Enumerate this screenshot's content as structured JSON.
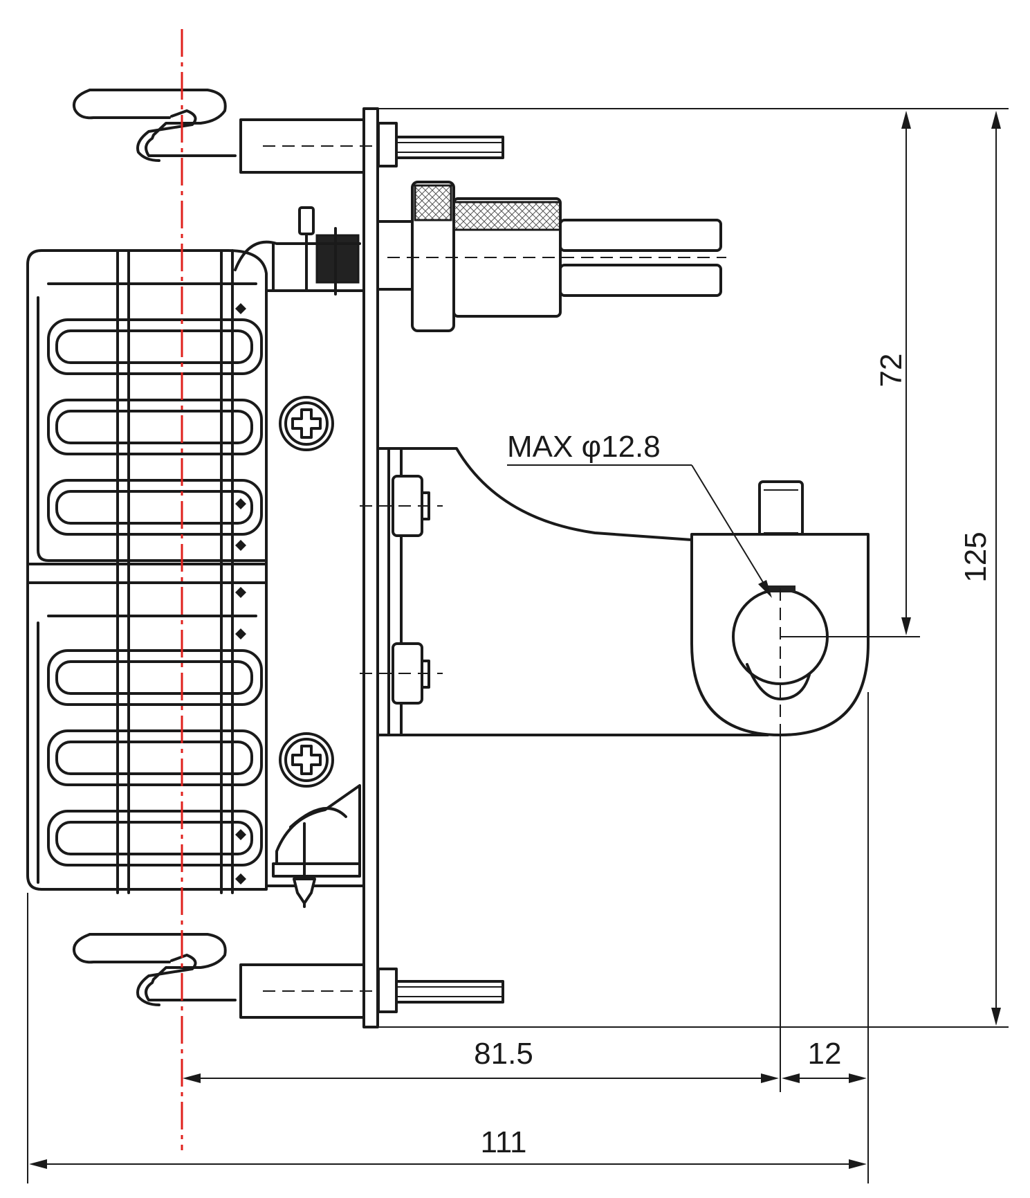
{
  "dimensions": {
    "vertical_small": "72",
    "vertical_large": "125",
    "horizontal_left": "81.5",
    "horizontal_right": "12",
    "horizontal_total": "111"
  },
  "callout": {
    "hole_note": "MAX φ12.8"
  },
  "colors": {
    "line": "#1a1a1a",
    "centerline": "#e0201c",
    "background": "#ffffff"
  }
}
